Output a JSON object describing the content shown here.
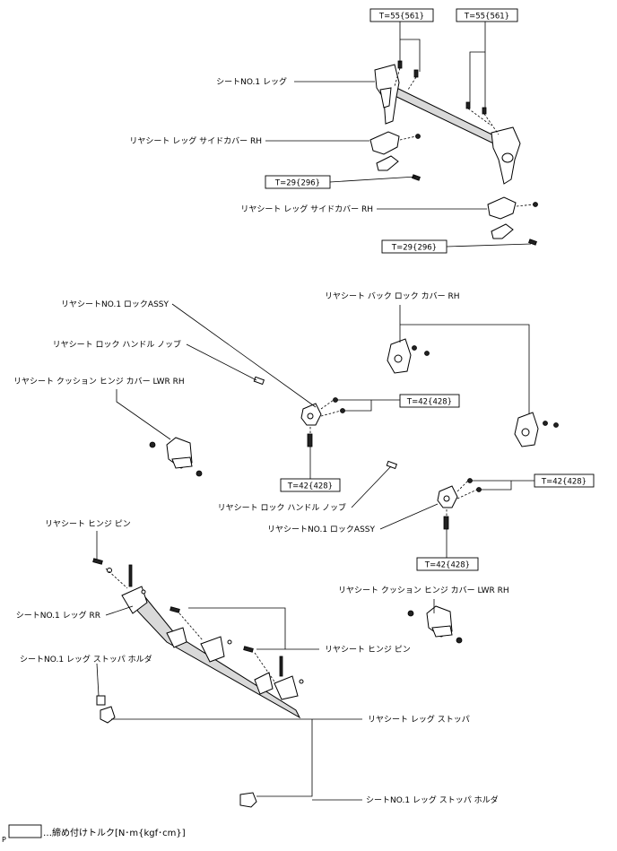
{
  "labels": {
    "seat_leg_no1": "シートNO.1 レッグ",
    "side_cover_rh_1": "リヤシート レッグ サイドカバー RH",
    "side_cover_rh_2": "リヤシート レッグ サイドカバー RH",
    "lock_assy_1": "リヤシートNO.1 ロックASSY",
    "handle_knob_1": "リヤシート ロック ハンドル ノッブ",
    "hinge_cover_lwr_1": "リヤシート クッション ヒンジ カバー LWR RH",
    "back_lock_cover": "リヤシート バック ロック カバー RH",
    "handle_knob_2": "リヤシート ロック ハンドル ノッブ",
    "lock_assy_2": "リヤシートNO.1 ロックASSY",
    "hinge_cover_lwr_2": "リヤシート クッション ヒンジ カバー LWR RH",
    "hinge_pin_1": "リヤシート ヒンジ ピン",
    "seat_leg_rr": "シートNO.1 レッグ RR",
    "leg_stopper_holder_1": "シートNO.1 レッグ ストッパ ホルダ",
    "hinge_pin_2": "リヤシート ヒンジ ピン",
    "leg_stopper": "リヤシート レッグ ストッパ",
    "leg_stopper_holder_2": "シートNO.1 レッグ ストッパ ホルダ"
  },
  "torques": {
    "t1": "T=55{561}",
    "t2": "T=55{561}",
    "t3": "T=29{296}",
    "t4": "T=29{296}",
    "t5": "T=42{428}",
    "t6": "T=42{428}",
    "t7": "T=42{428}",
    "t8": "T=42{428}"
  },
  "legend": {
    "marker": "P",
    "text": "…締め付けトルク[N･m{kgf･cm}]"
  }
}
